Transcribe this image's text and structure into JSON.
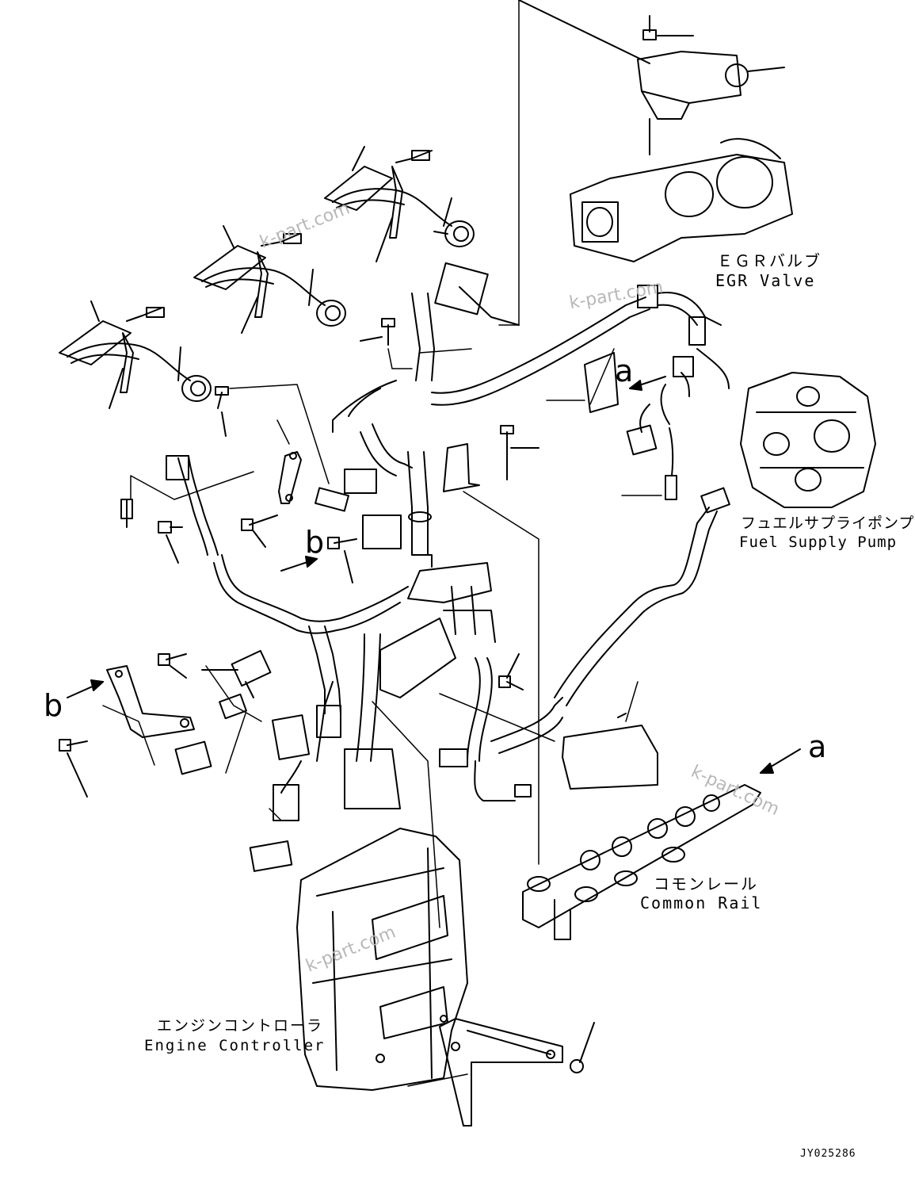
{
  "labels": {
    "egr_valve_jp": "ＥＧＲバルブ",
    "egr_valve_en": "EGR Valve",
    "fuel_pump_jp": "フュエルサプライポンプ",
    "fuel_pump_en": "Fuel Supply Pump",
    "common_rail_jp": "コモンレール",
    "common_rail_en": "Common Rail",
    "engine_controller_jp": "エンジンコントローラ",
    "engine_controller_en": "Engine Controller"
  },
  "view_refs": {
    "a_top": "a",
    "a_right": "a",
    "b_mid": "b",
    "b_left": "b"
  },
  "watermarks": [
    "k-part.com",
    "k-part.com",
    "k-part.com",
    "k-part.com"
  ],
  "drawing_code": "JY025286",
  "colors": {
    "line": "#000000",
    "background": "#ffffff",
    "watermark": "#b8b8b8"
  }
}
